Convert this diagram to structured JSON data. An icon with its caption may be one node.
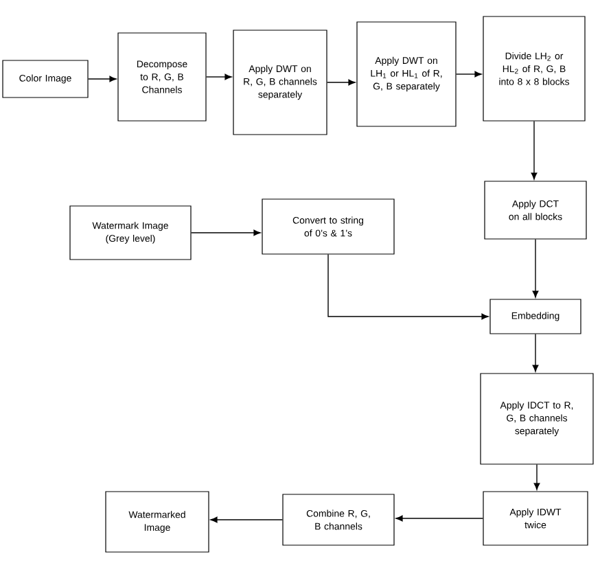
{
  "diagram": {
    "nodes": [
      {
        "text": [
          "Color Image"
        ]
      },
      {
        "text": [
          "Decompose to R, G, B Channels"
        ]
      },
      {
        "text": [
          "Apply DWT on R, G, B channels separately"
        ]
      },
      {
        "text": [
          "Apply DWT on LH$_{1}$ or HL$_{1}$ of R, G, B separately"
        ]
      },
      {
        "text": [
          "Divide LH$_{2}$ or HL$_{2}$ of R, G, B into 8 x 8 blocks"
        ]
      },
      {
        "text": [
          "Apply DCT on all blocks"
        ]
      },
      {
        "text": [
          "Watermark Image (Grey level)"
        ]
      },
      {
        "text": [
          "Convert to string of 0’s & 1’s"
        ]
      },
      {
        "text": [
          "Embedding"
        ]
      },
      {
        "text": [
          "Apply IDCT to R, G, B channels separately"
        ]
      },
      {
        "text": [
          "Apply IDWT twice"
        ]
      },
      {
        "text": [
          "Combine R, G, B channels"
        ]
      },
      {
        "text": [
          "Watermarked Image"
        ]
      }
    ],
    "edges": [
      {
        "from": 0,
        "to": 1,
        "arrow": "to"
      },
      {
        "from": 1,
        "to": 2,
        "arrow": "to"
      },
      {
        "from": 2,
        "to": 3,
        "arrow": "to"
      },
      {
        "from": 3,
        "to": 4,
        "arrow": "to"
      },
      {
        "from": 4,
        "to": 5,
        "arrow": "to"
      },
      {
        "from": 6,
        "to": 7,
        "arrow": "to"
      },
      {
        "from": 7,
        "to": 8,
        "arrow": "to"
      },
      {
        "from": 5,
        "to": 8,
        "arrow": "to"
      },
      {
        "from": 8,
        "to": 9,
        "arrow": "to"
      },
      {
        "from": 9,
        "to": 10,
        "arrow": "to"
      },
      {
        "from": 10,
        "to": 11,
        "arrow": "to"
      },
      {
        "from": 11,
        "to": 12,
        "arrow": "to"
      }
    ]
  }
}
